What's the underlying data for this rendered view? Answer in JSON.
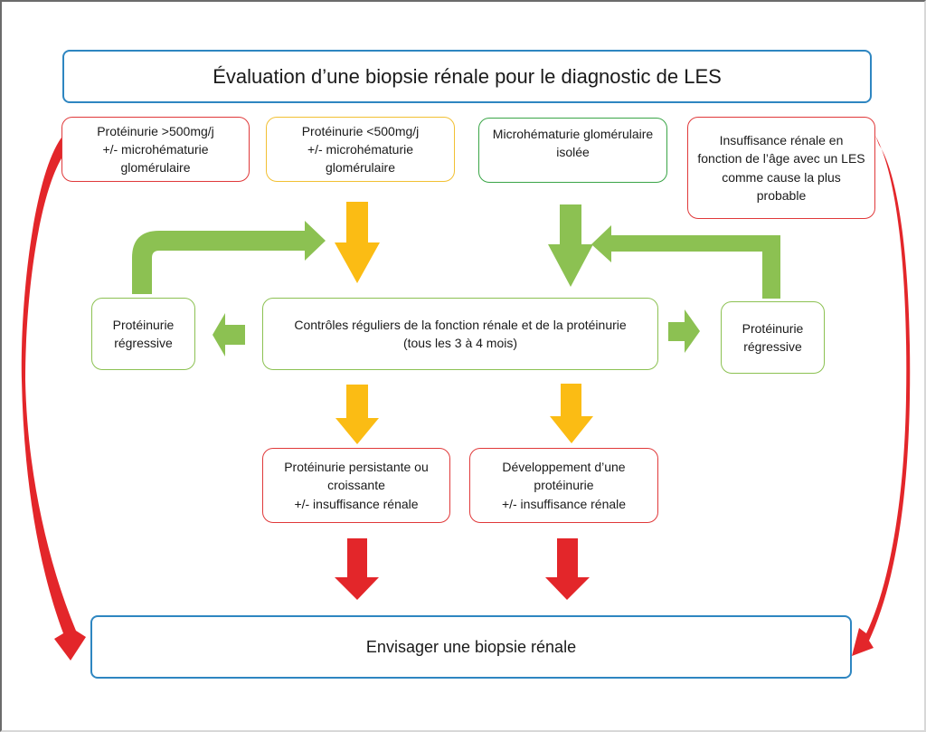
{
  "title": "Évaluation d’une biopsie rénale pour le diagnostic de LES",
  "colors": {
    "blue": "#2e86c1",
    "red": "#e0393a",
    "yellow": "#f2c033",
    "green": "#3aa547",
    "light_green": "#8cc152",
    "arrow_yellow": "#fbbc14",
    "arrow_green": "#8cc152",
    "arrow_red": "#e3262a"
  },
  "entry_boxes": [
    {
      "id": "prot-gt-500",
      "text": "Protéinurie >500mg/j\n+/- microhématurie\nglomérulaire",
      "color": "red"
    },
    {
      "id": "prot-lt-500",
      "text": "Protéinurie <500mg/j\n+/- microhématurie\nglomérulaire",
      "color": "yellow"
    },
    {
      "id": "microhematurie-isolee",
      "text": "Microhématurie glomérulaire\nisolée",
      "color": "green"
    },
    {
      "id": "insuffisance-renale",
      "text": "Insuffisance rénale en\nfonction de l’âge avec un LES\ncomme cause la plus\nprobable",
      "color": "red"
    }
  ],
  "monitoring_box": {
    "text": "Contrôles réguliers de la fonction rénale et de la protéinurie\n(tous les 3 à 4 mois)",
    "color": "light_green"
  },
  "regressive_left": {
    "text": "Protéinurie\nrégressive",
    "color": "light_green"
  },
  "regressive_right": {
    "text": "Protéinurie\nrégressive",
    "color": "light_green"
  },
  "outcome_boxes": [
    {
      "id": "persistante",
      "text": "Protéinurie persistante ou\ncroissante\n+/- insuffisance rénale",
      "color": "red"
    },
    {
      "id": "developpement",
      "text": "Développement d’une\nprotéinurie\n+/- insuffisance rénale",
      "color": "red"
    }
  ],
  "final_box": {
    "text": "Envisager une biopsie rénale",
    "color": "blue"
  }
}
